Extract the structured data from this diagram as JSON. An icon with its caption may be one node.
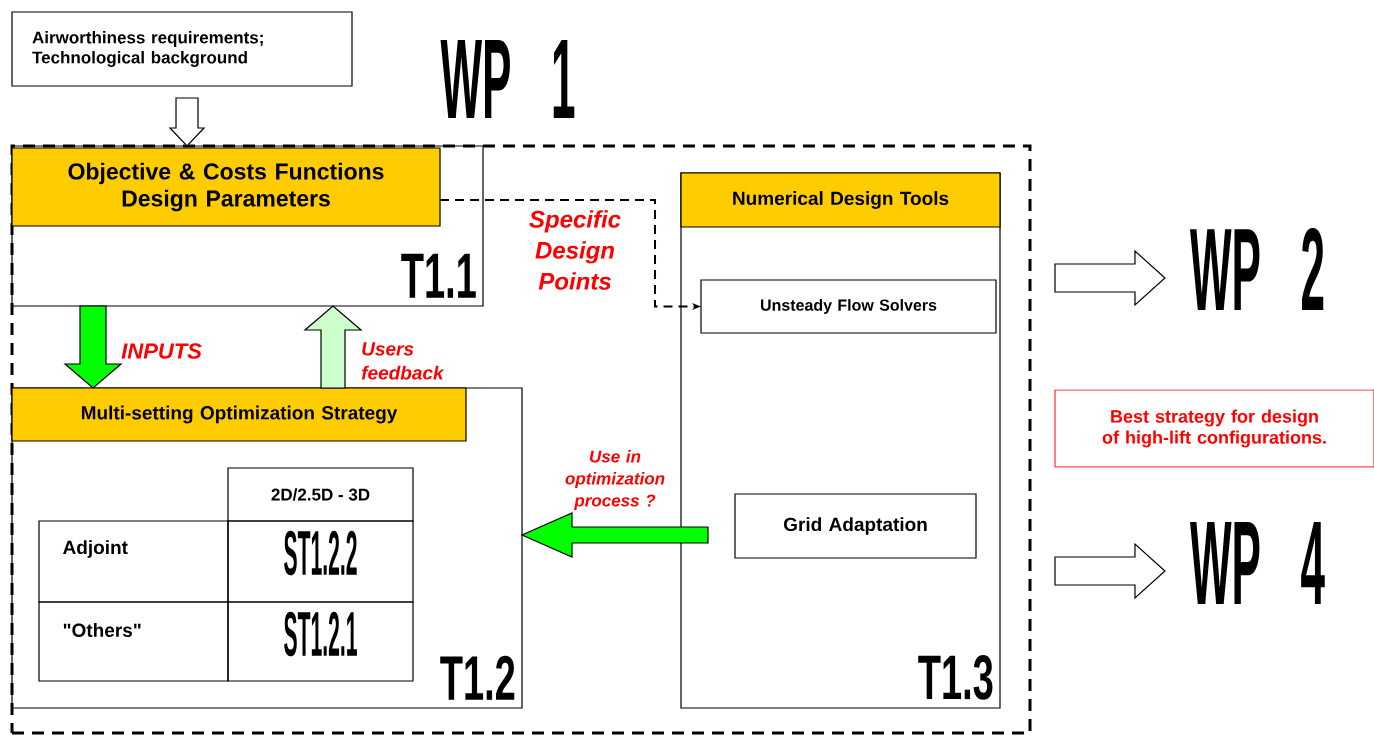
{
  "diagram": {
    "nodes": [
      {
        "text": [
          "Airworthiness requirements; Technological background"
        ]
      },
      {
        "text": [
          "WP 1"
        ]
      },
      {
        "text": [
          "T1.1"
        ],
        "in": 1
      },
      {
        "text": [
          "Objective & Costs Functions Design Parameters"
        ],
        "in": 2
      },
      {
        "text": [
          "T1.2"
        ],
        "in": 1
      },
      {
        "text": [
          "Multi-setting Optimization Strategy"
        ],
        "in": 4
      },
      {
        "text": [
          "T1.3"
        ],
        "in": 1
      },
      {
        "text": [
          "Numerical Design Tools"
        ],
        "in": 6
      },
      {
        "text": [
          "Unsteady Flow Solvers"
        ],
        "in": 6
      },
      {
        "text": [
          "Grid Adaptation"
        ],
        "in": 6
      },
      {
        "text": [
          "WP 2"
        ]
      },
      {
        "text": [
          "WP 4"
        ]
      },
      {
        "text": [
          "Best strategy for design of high-lift configurations."
        ]
      }
    ],
    "edges": [
      {
        "from": 0,
        "to": 2,
        "arrow": "to"
      },
      {
        "from": 2,
        "to": 4,
        "arrow": "to",
        "label": "INPUTS",
        "color": "#00ff00"
      },
      {
        "from": 4,
        "to": 2,
        "arrow": "to",
        "label": "Users feedback",
        "color": "#ccffcc"
      },
      {
        "from": 3,
        "to": 8,
        "arrow": "to",
        "label": "Specific Design Points",
        "style": "dashed"
      },
      {
        "from": 9,
        "to": 4,
        "arrow": "to",
        "label": "Use in optimization process ?",
        "color": "#00ff00"
      },
      {
        "from": 1,
        "to": 10,
        "arrow": "to"
      },
      {
        "from": 1,
        "to": 11,
        "arrow": "to"
      }
    ],
    "labels": [
      "2D/2.5D - 3D",
      "Adjoint",
      "ST1.2.2",
      "\"Others\"",
      "ST1.2.1"
    ]
  }
}
